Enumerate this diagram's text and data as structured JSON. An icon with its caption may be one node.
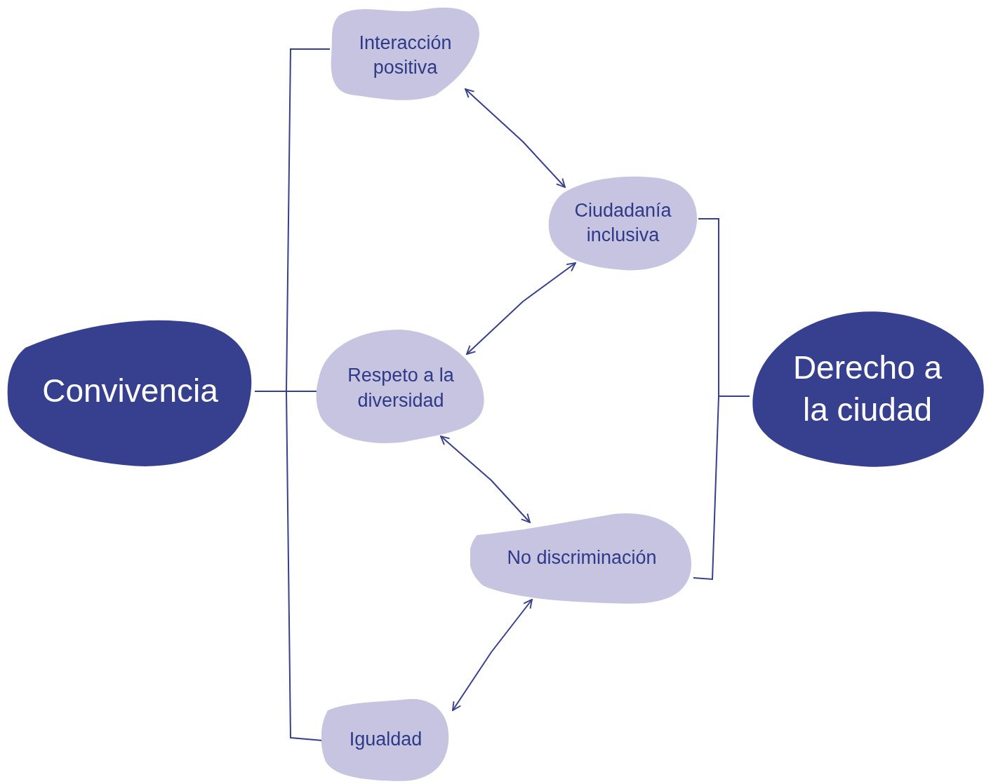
{
  "diagram": {
    "nodes": [
      {
        "text": [
          "Convivencia"
        ]
      },
      {
        "text": [
          "Interacción positiva"
        ]
      },
      {
        "text": [
          "Ciudadanía inclusiva"
        ]
      },
      {
        "text": [
          "Respeto a la diversidad"
        ]
      },
      {
        "text": [
          "No discriminación"
        ]
      },
      {
        "text": [
          "Igualdad"
        ]
      },
      {
        "text": [
          "Derecho a la ciudad"
        ]
      }
    ],
    "edges": [
      {
        "from": 0,
        "to": 1,
        "arrow": "none"
      },
      {
        "from": 0,
        "to": 3,
        "arrow": "none"
      },
      {
        "from": 0,
        "to": 5,
        "arrow": "none"
      },
      {
        "from": 1,
        "to": 2,
        "arrow": "both"
      },
      {
        "from": 2,
        "to": 3,
        "arrow": "both"
      },
      {
        "from": 3,
        "to": 4,
        "arrow": "both"
      },
      {
        "from": 4,
        "to": 5,
        "arrow": "both"
      },
      {
        "from": 6,
        "to": 2,
        "arrow": "none"
      },
      {
        "from": 6,
        "to": 4,
        "arrow": "none"
      }
    ]
  }
}
